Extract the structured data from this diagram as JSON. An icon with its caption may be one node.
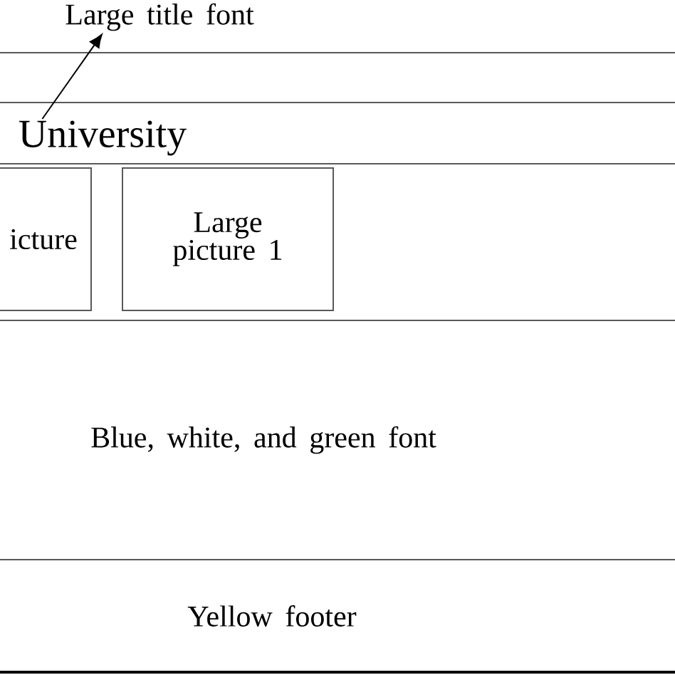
{
  "diagram": {
    "nodes": [
      {
        "text": [
          "Large title font"
        ]
      },
      {
        "text": [
          "University"
        ]
      },
      {
        "text": [
          "icture"
        ]
      },
      {
        "text": [
          "Large picture 1"
        ]
      },
      {
        "text": [
          "Blue, white, and green font"
        ]
      },
      {
        "text": [
          "Yellow footer"
        ]
      }
    ],
    "edges": [
      {
        "from": 1,
        "to": 0,
        "arrow": "to"
      }
    ]
  }
}
